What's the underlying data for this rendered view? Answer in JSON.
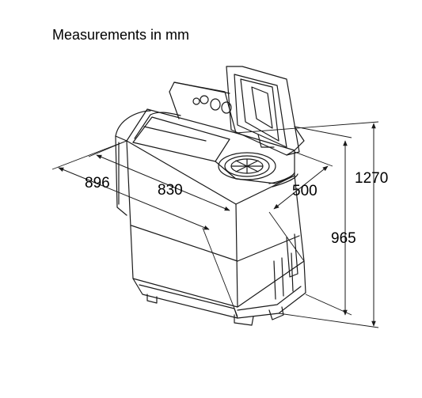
{
  "title": "Measurements in mm",
  "dimensions": {
    "width": "896",
    "width_inner": "830",
    "depth": "500",
    "height_body": "965",
    "height_total": "1270"
  },
  "colors": {
    "line": "#1a1a1a",
    "fill": "#ffffff"
  }
}
